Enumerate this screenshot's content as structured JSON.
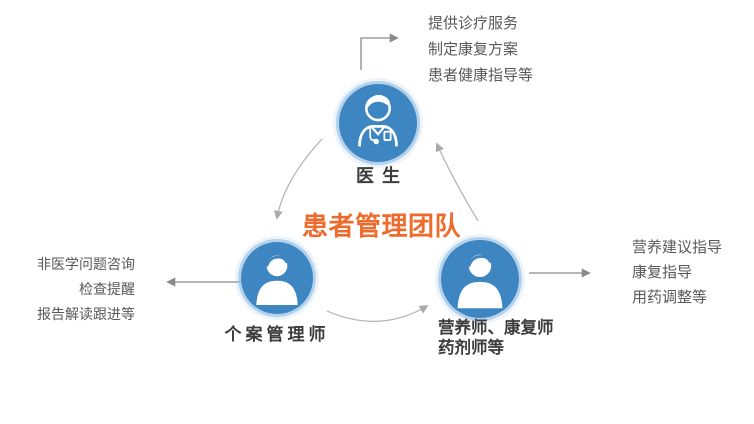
{
  "diagram": {
    "title": "患者管理团队",
    "nodes": {
      "doctor": {
        "label": "医生",
        "icon": "doctor-icon"
      },
      "case_manager": {
        "label": "个案管理师",
        "icon": "person-icon"
      },
      "specialists": {
        "label_line1": "营养师、康复师",
        "label_line2": "药剂师等",
        "icon": "person-icon"
      }
    },
    "annotations": {
      "doctor_duties": {
        "items": [
          "提供诊疗服务",
          "制定康复方案",
          "患者健康指导等"
        ]
      },
      "case_manager_duties": {
        "items": [
          "非医学问题咨询",
          "检查提醒",
          "报告解读跟进等"
        ]
      },
      "specialist_duties": {
        "items": [
          "营养建议指导",
          "康复指导",
          "用药调整等"
        ]
      }
    },
    "colors": {
      "node_fill": "#3E86C2",
      "node_ring": "#B5D3EC",
      "title": "#ED6C2D",
      "annotation_text": "#595959",
      "label_text": "#3D3D3D",
      "arrow": "#8A8A8A",
      "arc": "#B0B0B0"
    }
  }
}
